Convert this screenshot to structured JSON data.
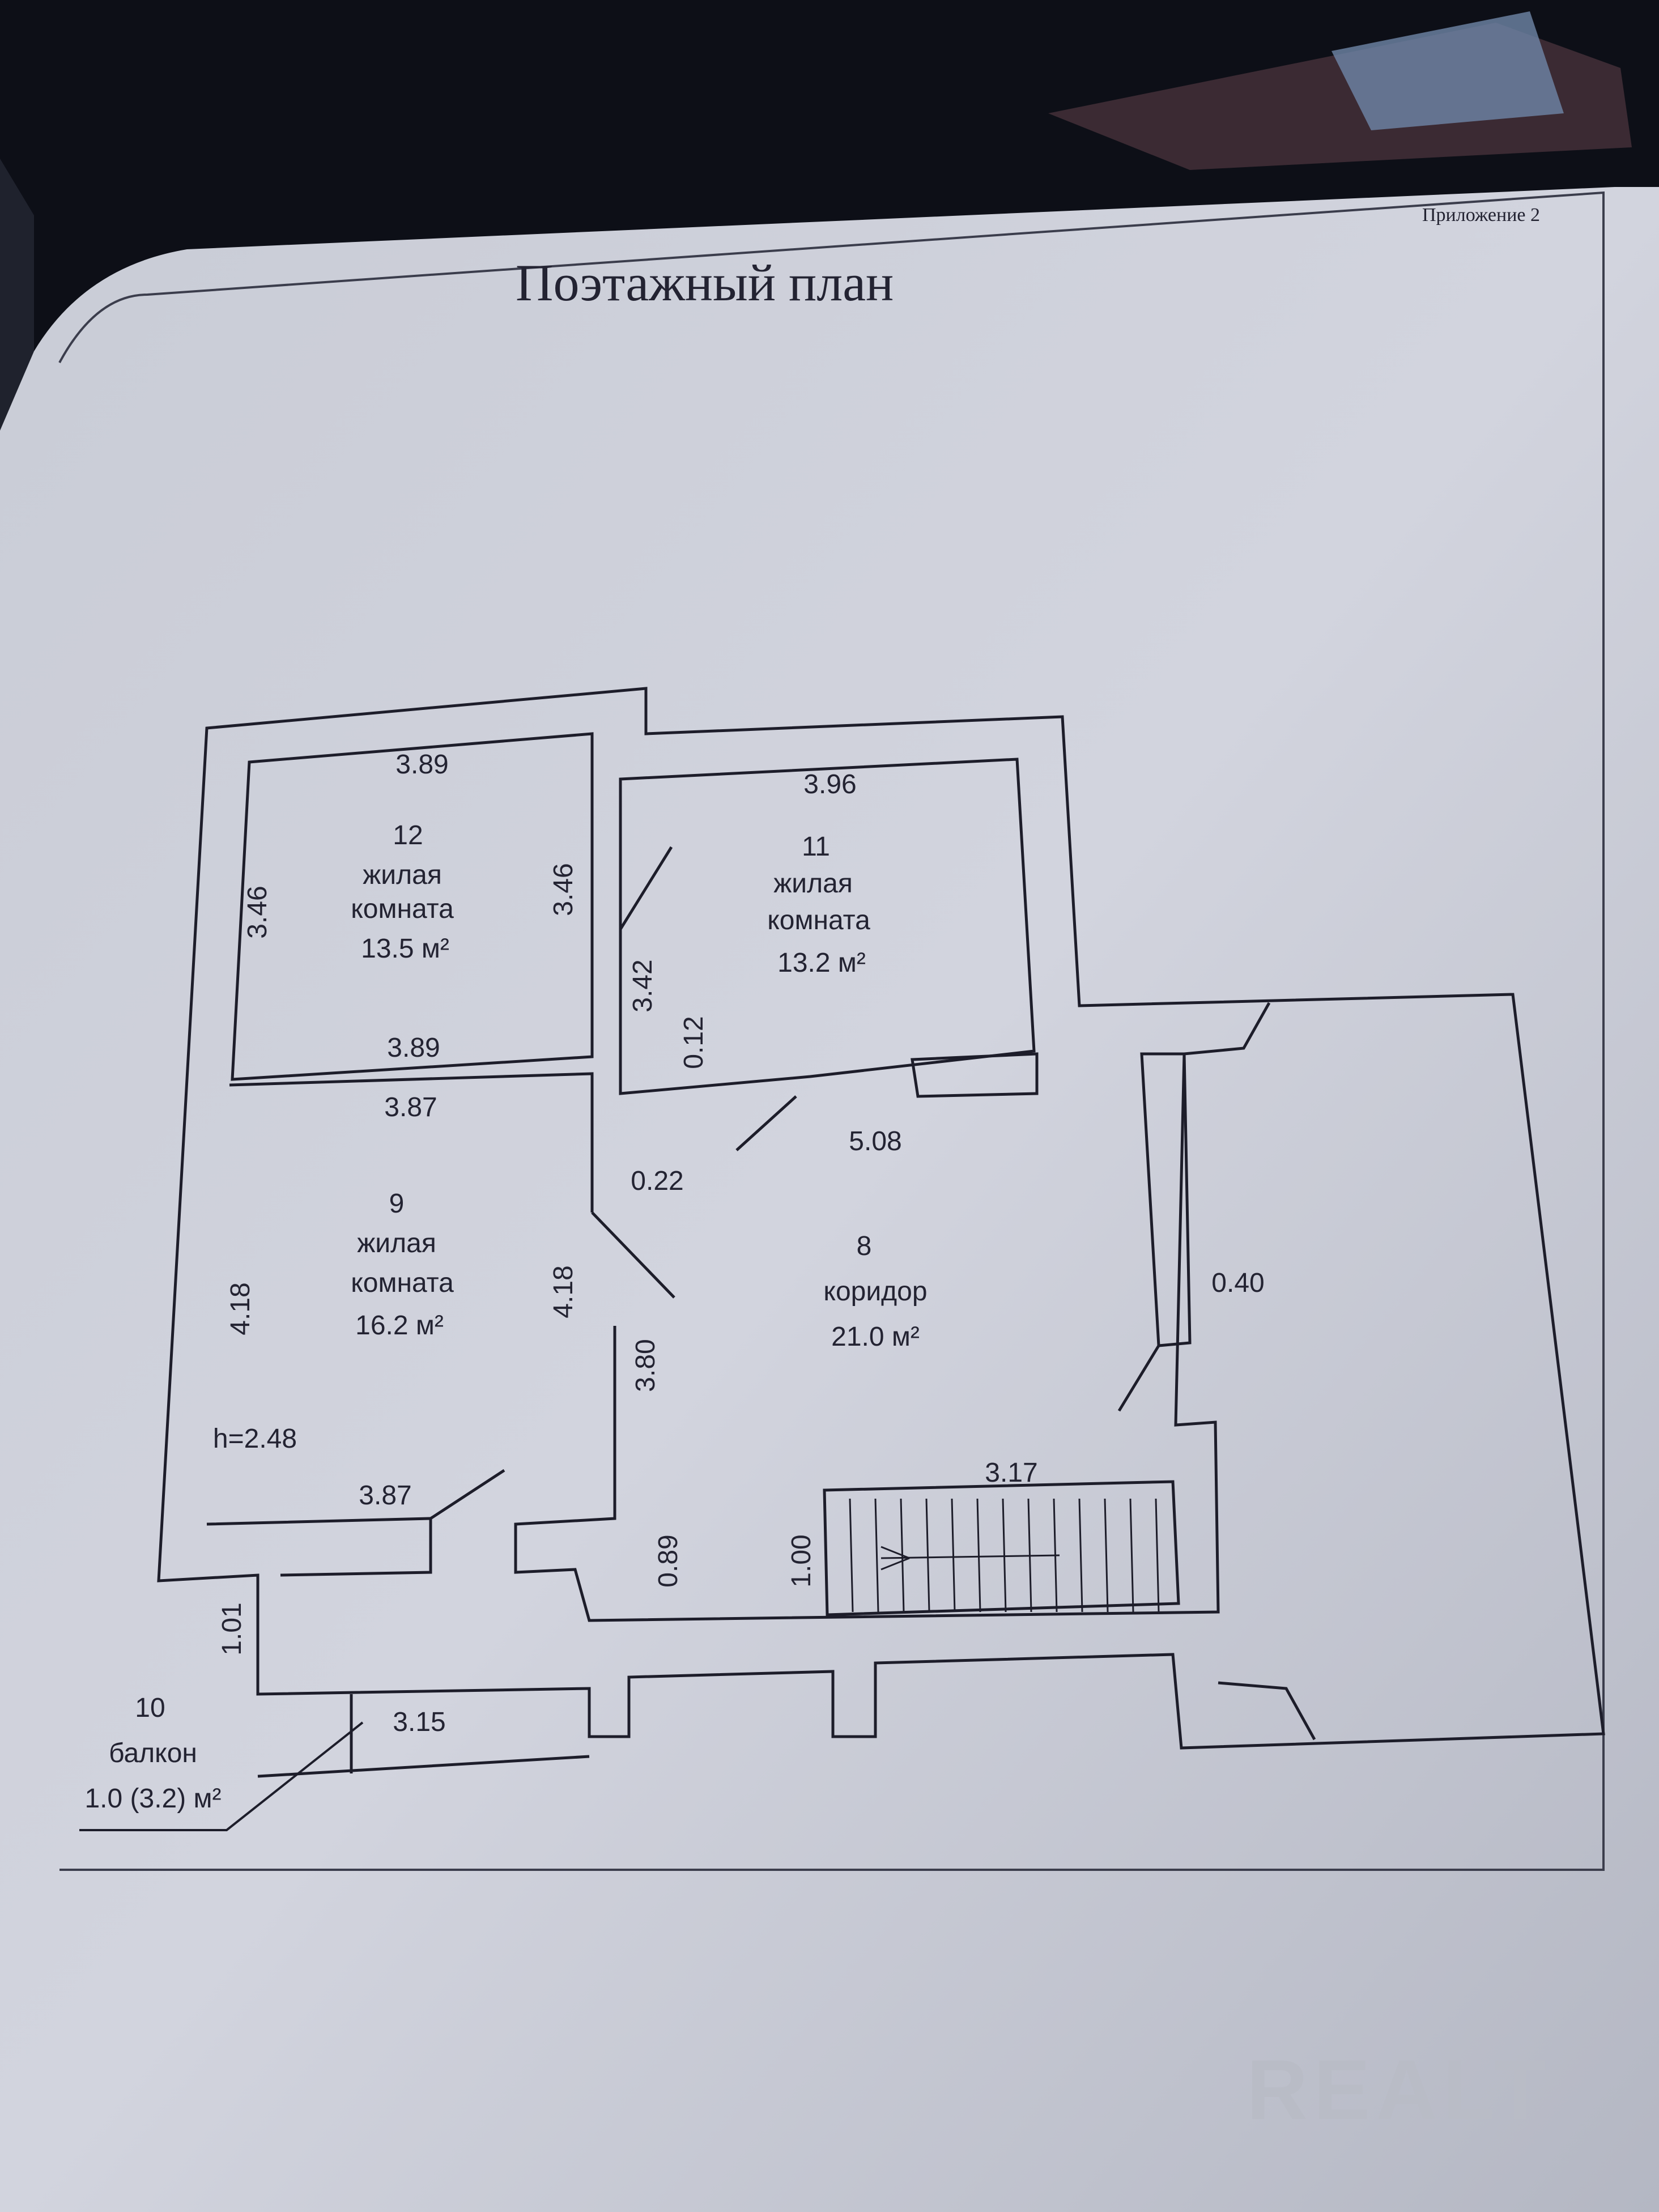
{
  "appendix_label": "Приложение 2",
  "title": "Поэтажный план",
  "rooms": [
    {
      "number": "12",
      "name_line1": "жилая",
      "name_line2": "комната",
      "area": "13.5 м²"
    },
    {
      "number": "11",
      "name_line1": "жилая",
      "name_line2": "комната",
      "area": "13.2 м²"
    },
    {
      "number": "9",
      "name_line1": "жилая",
      "name_line2": "комната",
      "area": "16.2 м²"
    },
    {
      "number": "8",
      "name_line1": "коридор",
      "area": "21.0 м²"
    },
    {
      "number": "10",
      "name_line1": "балкон",
      "area": "1.0 (3.2) м²"
    }
  ],
  "dimensions": {
    "room12_top": "3.89",
    "room12_left": "3.46",
    "room12_right": "3.46",
    "room12_bottom": "3.89",
    "room11_top": "3.96",
    "room11_left": "3.42",
    "room11_small": "0.12",
    "room9_top": "3.87",
    "room9_left": "4.18",
    "room9_right": "4.18",
    "room9_bottom": "3.87",
    "ceiling_height": "h=2.48",
    "corridor_0_22": "0.22",
    "corridor_3_80": "3.80",
    "corridor_5_08": "5.08",
    "corridor_0_40": "0.40",
    "stairs_width": "3.17",
    "stairs_1_00": "1.00",
    "corridor_0_89": "0.89",
    "balcony_depth": "1.01",
    "balcony_width": "3.15"
  },
  "watermark": "REALT",
  "colors": {
    "background": "#0d0f17",
    "page": "#cdd0da",
    "ink": "#232332",
    "watermark": "#b9bcc6"
  }
}
